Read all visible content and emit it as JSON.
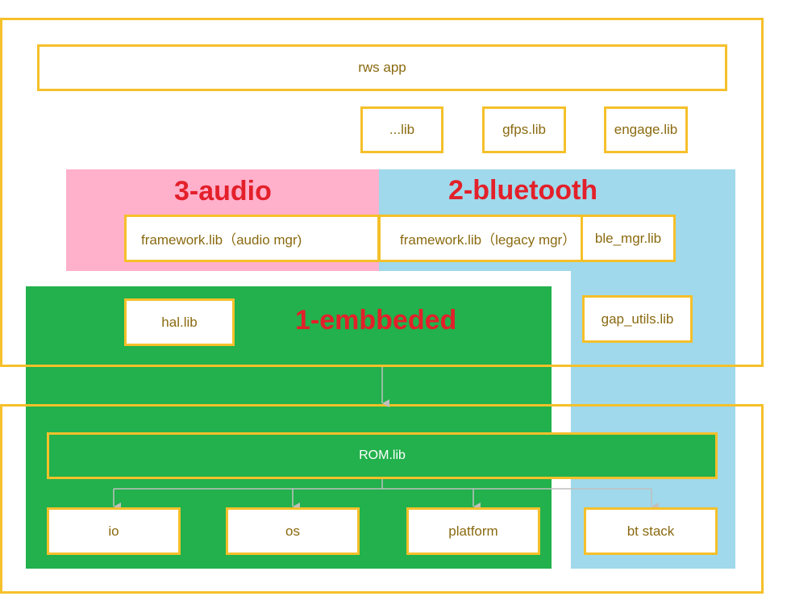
{
  "labels": {
    "rws_app": "rws app",
    "dots_lib": "...lib",
    "gfps_lib": "gfps.lib",
    "engage_lib": "engage.lib",
    "audio_title": "3-audio",
    "bluetooth_title": "2-bluetooth",
    "framework_audio": "framework.lib（audio mgr)",
    "framework_legacy": "framework.lib（legacy mgr）",
    "ble_mgr": "ble_mgr.lib",
    "embedded_title": "1-embbeded",
    "hal_lib": "hal.lib",
    "gap_utils": "gap_utils.lib",
    "rom_lib": "ROM.lib",
    "io": "io",
    "os": "os",
    "platform": "platform",
    "bt_stack": "bt stack"
  },
  "colors": {
    "frame": "#f5c02a",
    "audio_region": "#ffb0cb",
    "bluetooth_region": "#9fd9eb",
    "embedded_region": "#22b14c",
    "title_red": "#e3202a",
    "label_text": "#8a6a10"
  }
}
